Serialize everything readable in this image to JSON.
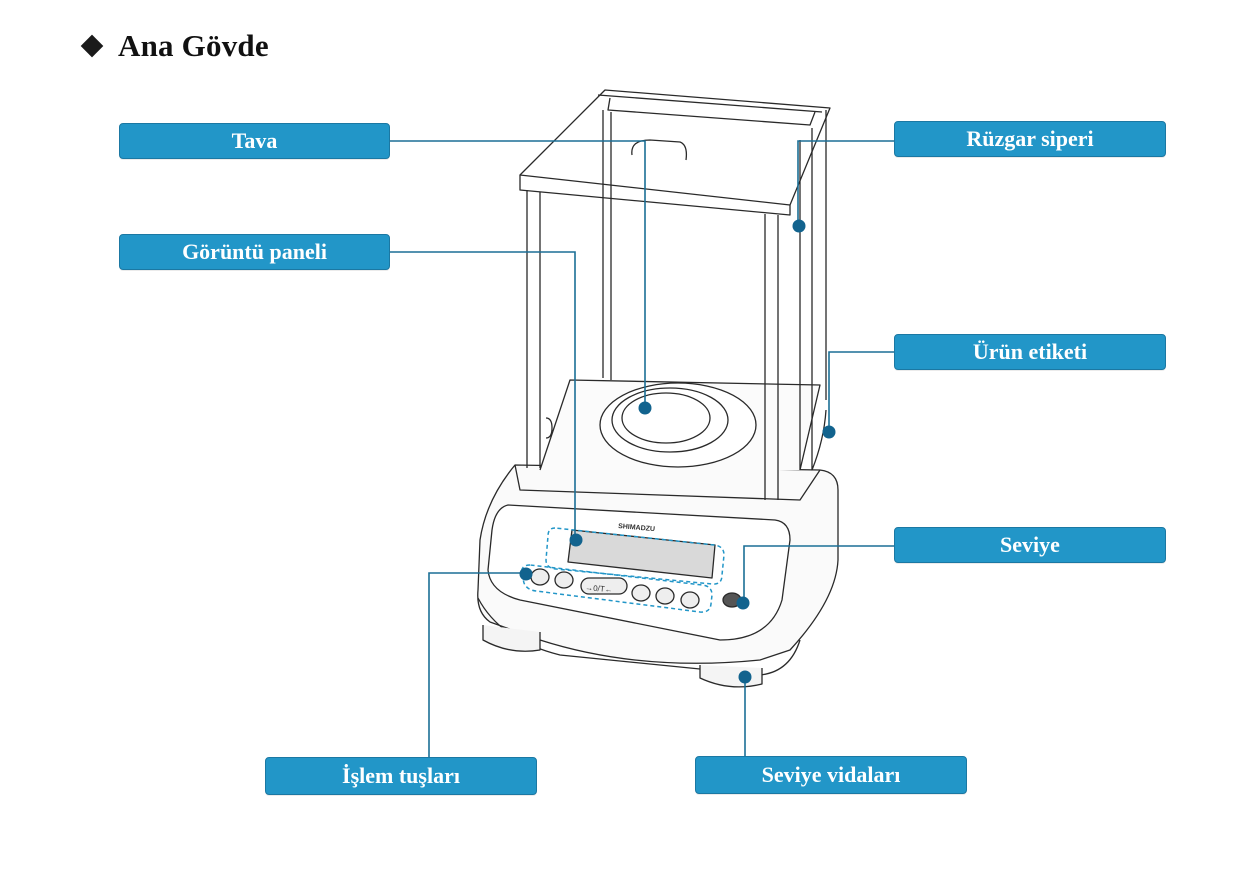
{
  "heading": {
    "icon": "diamond-bullet",
    "title": "Ana Gövde"
  },
  "device": {
    "brand": "SHIMADZU",
    "zero_tare_key": "→0/T←"
  },
  "labels": {
    "tava": "Tava",
    "goruntu_paneli": "Görüntü paneli",
    "ruzgar_siperi": "Rüzgar siperi",
    "urun_etiketi": "Ürün etiketi",
    "seviye": "Seviye",
    "islem_tuslari": "İşlem tuşları",
    "seviye_vidalari": "Seviye vidaları"
  },
  "colors": {
    "label_fill": "#2296c8",
    "label_border": "#1b78a3",
    "leader": "#1b6f96",
    "marker": "#12638e"
  }
}
